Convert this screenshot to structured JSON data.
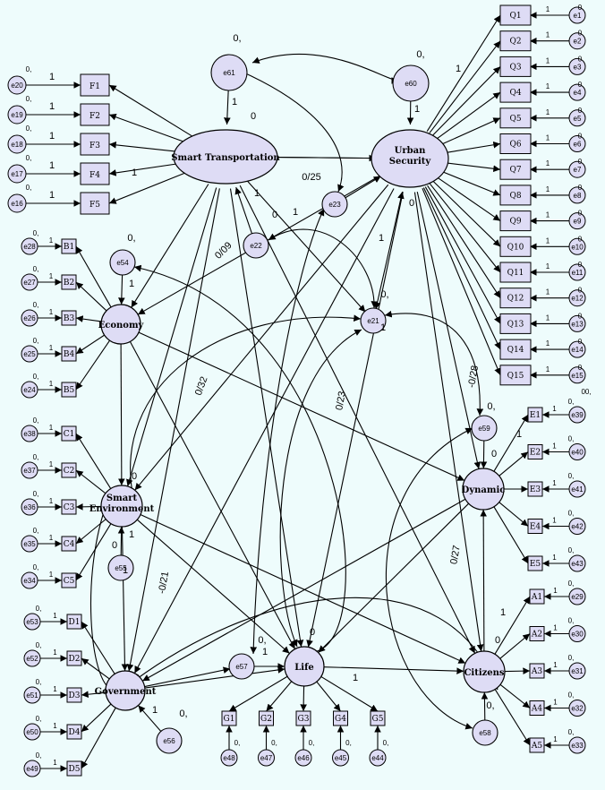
{
  "nodes": {
    "smart_transportation": "Smart Transportation",
    "urban_security": [
      "Urban",
      "Security"
    ],
    "economy": "Economy",
    "smart_environment": [
      "Smart",
      "Environment"
    ],
    "government": "Government",
    "life": "Life",
    "dynamic": "Dynamic",
    "citizens": "Citizens"
  },
  "indicators": {
    "F": [
      "F1",
      "F2",
      "F3",
      "F4",
      "F5"
    ],
    "Q": [
      "Q1",
      "Q2",
      "Q3",
      "Q4",
      "Q5",
      "Q6",
      "Q7",
      "Q8",
      "Q9",
      "Q10",
      "Q11",
      "Q12",
      "Q13",
      "Q14",
      "Q15"
    ],
    "B": [
      "B1",
      "B2",
      "B3",
      "B4",
      "B5"
    ],
    "C": [
      "C1",
      "C2",
      "C3",
      "C4",
      "C5"
    ],
    "D": [
      "D1",
      "D2",
      "D3",
      "D4",
      "D5"
    ],
    "G": [
      "G1",
      "G2",
      "G3",
      "G4",
      "G5"
    ],
    "E": [
      "E1",
      "E2",
      "E3",
      "E4",
      "E5"
    ],
    "A": [
      "A1",
      "A2",
      "A3",
      "A4",
      "A5"
    ]
  },
  "errors": {
    "F": [
      "e20",
      "e19",
      "e18",
      "e17",
      "e16"
    ],
    "Q": [
      "e1",
      "e2",
      "e3",
      "e4",
      "e5",
      "e6",
      "e7",
      "e8",
      "e9",
      "e10",
      "e11",
      "e12",
      "e13",
      "e14",
      "e15"
    ],
    "B": [
      "e28",
      "e27",
      "e26",
      "e25",
      "e24"
    ],
    "C": [
      "e38",
      "e37",
      "e36",
      "e35",
      "e34"
    ],
    "D": [
      "e53",
      "e52",
      "e51",
      "e50",
      "e49"
    ],
    "G": [
      "e48",
      "e47",
      "e46",
      "e45",
      "e44"
    ],
    "E": [
      "e39",
      "e40",
      "e41",
      "e42",
      "e43"
    ],
    "A": [
      "e29",
      "e30",
      "e31",
      "e32",
      "e33"
    ],
    "latent": {
      "e61": "e61",
      "e60": "e60",
      "e54": "e54",
      "e55": "e55",
      "e56": "e56",
      "e57": "e57",
      "e58": "e58",
      "e59": "e59",
      "e21": "e21",
      "e22": "e22",
      "e23": "e23"
    }
  },
  "coefficients": {
    "c_025": "0/25",
    "c_009": "0/09",
    "c_032": "0/32",
    "c_023": "0/23",
    "c_021": "-0/21",
    "c_028": "-0/28",
    "c_027": "0/27"
  },
  "marks": {
    "one": "1",
    "zero": "0",
    "zero_comma": "0,",
    "double_zero_comma": "00,"
  }
}
